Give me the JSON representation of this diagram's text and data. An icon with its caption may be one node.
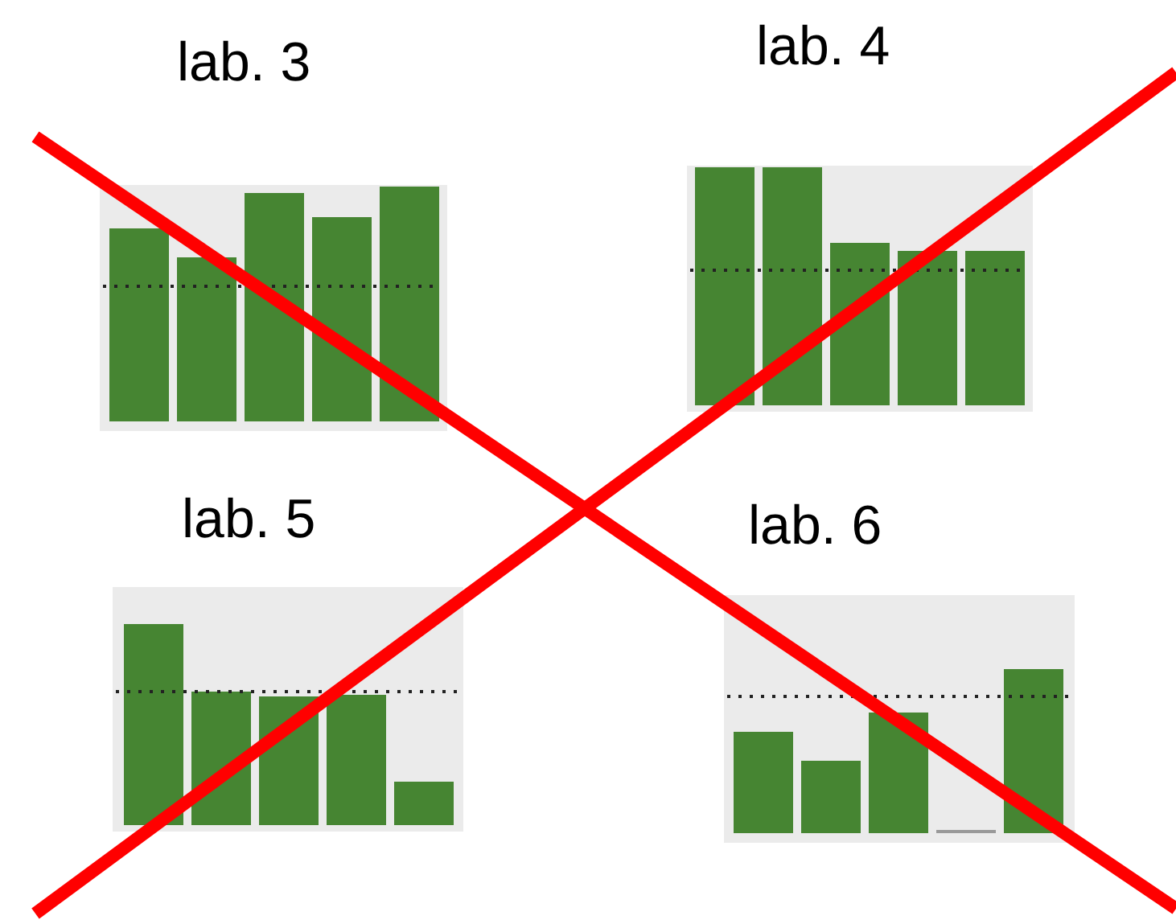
{
  "diagram": {
    "labels": [
      "lab. 3",
      "lab. 4",
      "lab. 5",
      "lab. 6"
    ]
  }
}
